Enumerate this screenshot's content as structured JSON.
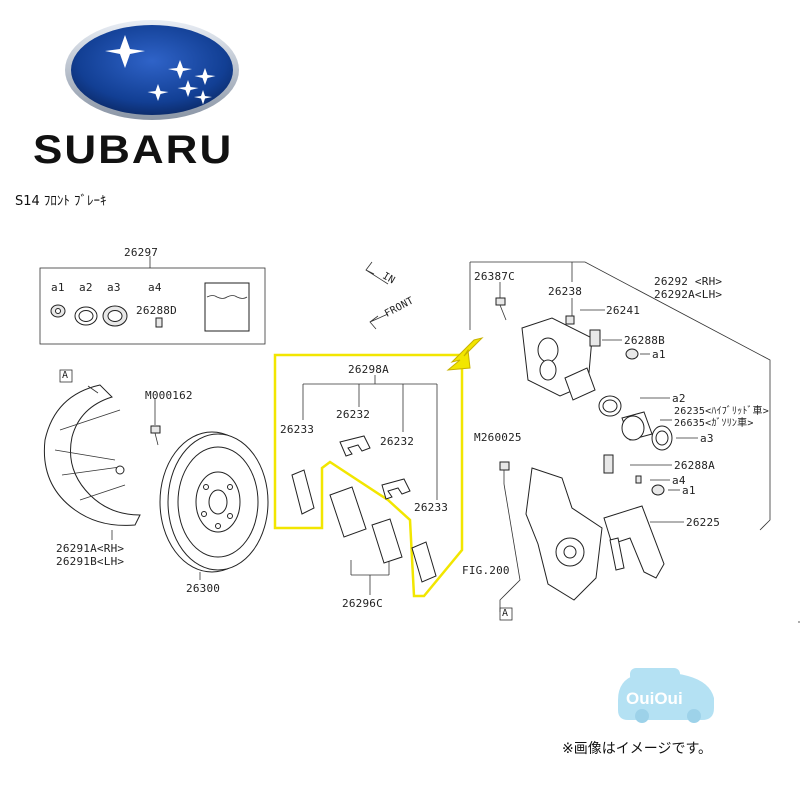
{
  "brand": {
    "name": "SUBARU",
    "logo_icon": "subaru-six-star-oval-logo"
  },
  "title": "S14 ﾌﾛﾝﾄ ﾌﾞﾚｰｷ",
  "watermark": "OuiOui",
  "note": "※画像はイメージです。",
  "highlight_color": "#f2e600",
  "labels": {
    "p26297": "26297",
    "a1": "a1",
    "a2": "a2",
    "a3": "a3",
    "a4": "a4",
    "p26288D": "26288D",
    "box_a_left": "A",
    "pM000162": "M000162",
    "p26291A": "26291A<RH>",
    "p26291B": "26291B<LH>",
    "p26300": "26300",
    "in": "IN",
    "front": "FRONT",
    "p26298A": "26298A",
    "p26233_left": "26233",
    "p26232_top": "26232",
    "p26232_right": "26232",
    "p26233_right": "26233",
    "p26296C": "26296C",
    "p26387C": "26387C",
    "p26238": "26238",
    "p26292": "26292 <RH>",
    "p26292A": "26292A<LH>",
    "p26241": "26241",
    "p26288B": "26288B",
    "a1_right": "a1",
    "a2_right": "a2",
    "p26235": "26235<ﾊｲﾌﾞﾘｯﾄﾞ車>",
    "p26635": "26635<ｶﾞｿﾘﾝ車>",
    "a3_right": "a3",
    "pM260025": "M260025",
    "p26288A": "26288A",
    "a4_right": "a4",
    "a1_right2": "a1",
    "p26225": "26225",
    "fig200": "FIG.200",
    "box_a_bottom": "A"
  }
}
